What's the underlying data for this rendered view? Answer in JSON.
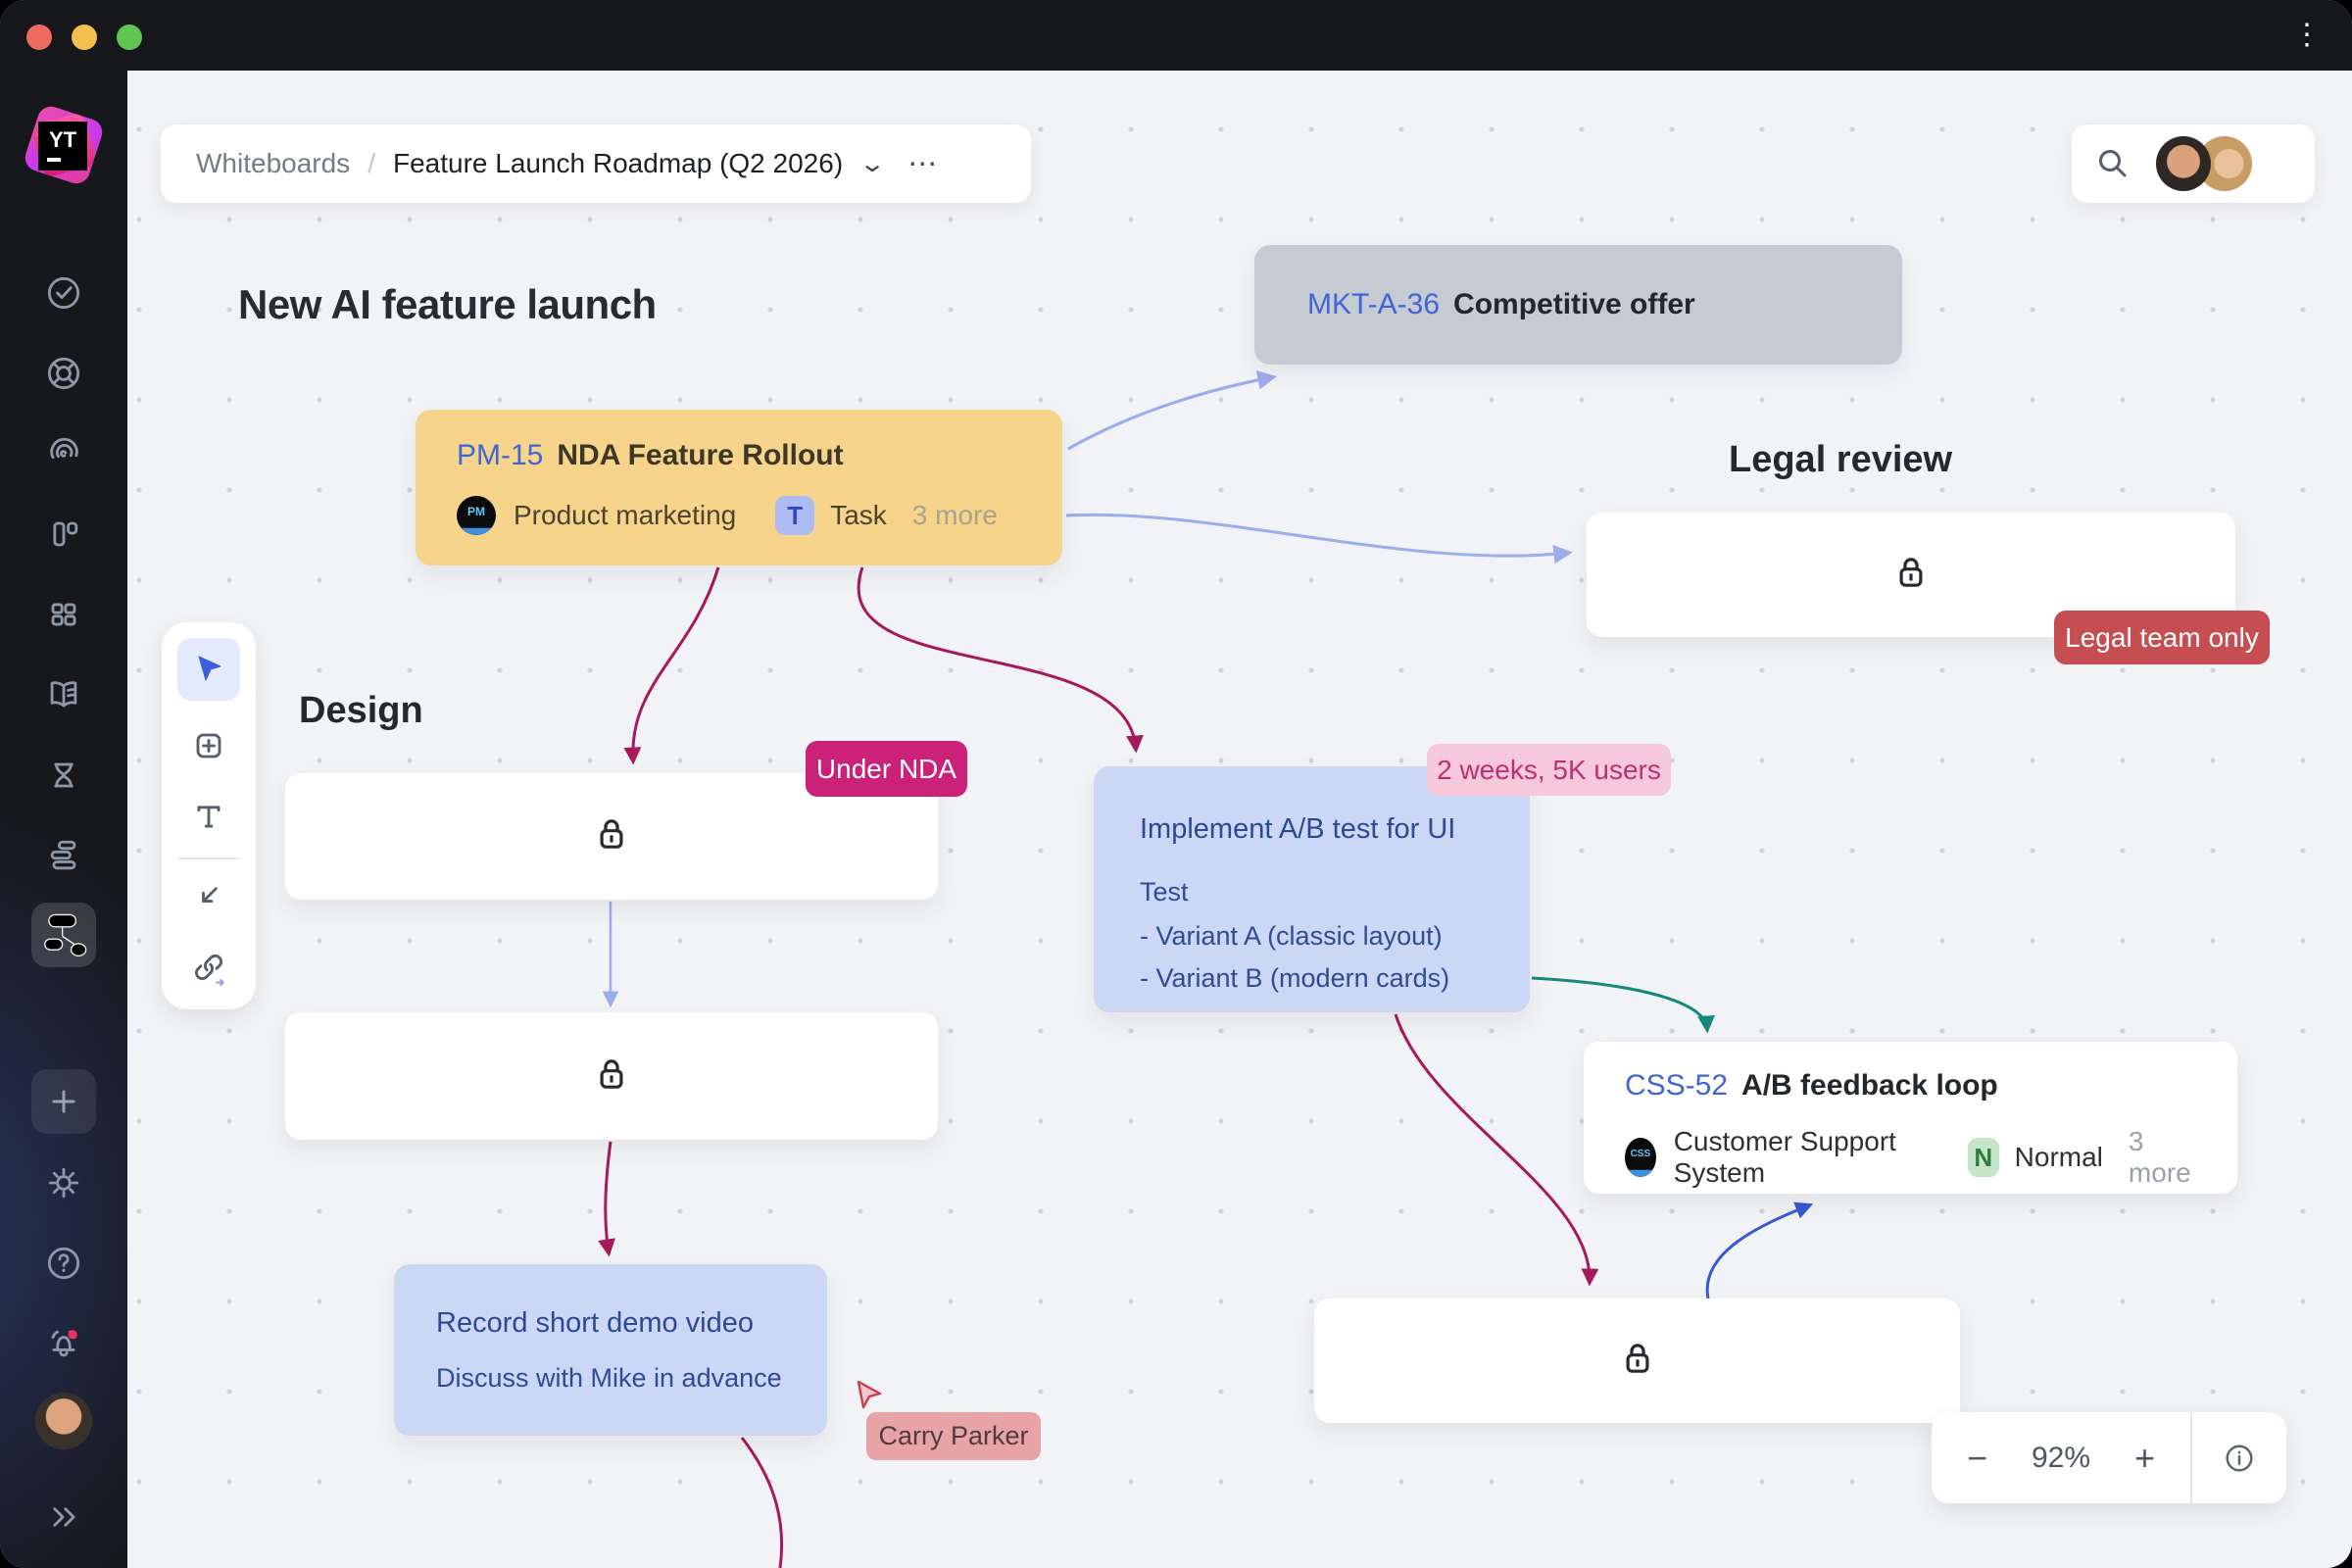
{
  "titlebar": {
    "menu": "⋮"
  },
  "logo": {
    "text": "YT"
  },
  "breadcrumb": {
    "root": "Whiteboards",
    "sep": "/",
    "title": "Feature Launch Roadmap (Q2 2026)",
    "chevron": "⌄",
    "more": "⋯"
  },
  "board": {
    "title": "New AI feature launch",
    "legal_heading": "Legal review",
    "design_heading": "Design",
    "mkt": {
      "id": "MKT-A-36",
      "name": "Competitive offer"
    },
    "pm": {
      "id": "PM-15",
      "name": "NDA Feature Rollout",
      "avatar": "PM",
      "project": "Product marketing",
      "type_letter": "T",
      "type": "Task",
      "more": "3 more"
    },
    "ab": {
      "title": "Implement A/B test for UI",
      "lines": [
        "Test",
        "- Variant A (classic layout)",
        "- Variant B (modern cards)"
      ]
    },
    "css": {
      "id": "CSS-52",
      "name": "A/B feedback loop",
      "avatar": "CSS",
      "project": "Customer Support System",
      "prio_letter": "N",
      "prio": "Normal",
      "more": "3 more"
    },
    "record": {
      "title": "Record short demo video",
      "note": "Discuss with Mike in advance"
    },
    "badges": {
      "under_nda": "Under NDA",
      "legal_only": "Legal team only",
      "weeks": "2 weeks, 5K users"
    },
    "cursor_user": "Carry Parker",
    "zoom": {
      "minus": "−",
      "level": "92%",
      "plus": "+"
    }
  },
  "colors": {
    "accent_blue": "#3e66d6",
    "crimson": "#a6195a",
    "periwinkle": "#9badec",
    "teal": "#17897c",
    "link_blue": "#3a59d1",
    "badge_magenta": "#cb2178",
    "badge_red": "#c64e52",
    "badge_pink_bg": "#f5c8dc",
    "badge_pink_text": "#bf2f70",
    "yellow_card": "#f6d48b",
    "gray_card": "#c6cad3",
    "blue_card": "#cbd7f5"
  }
}
